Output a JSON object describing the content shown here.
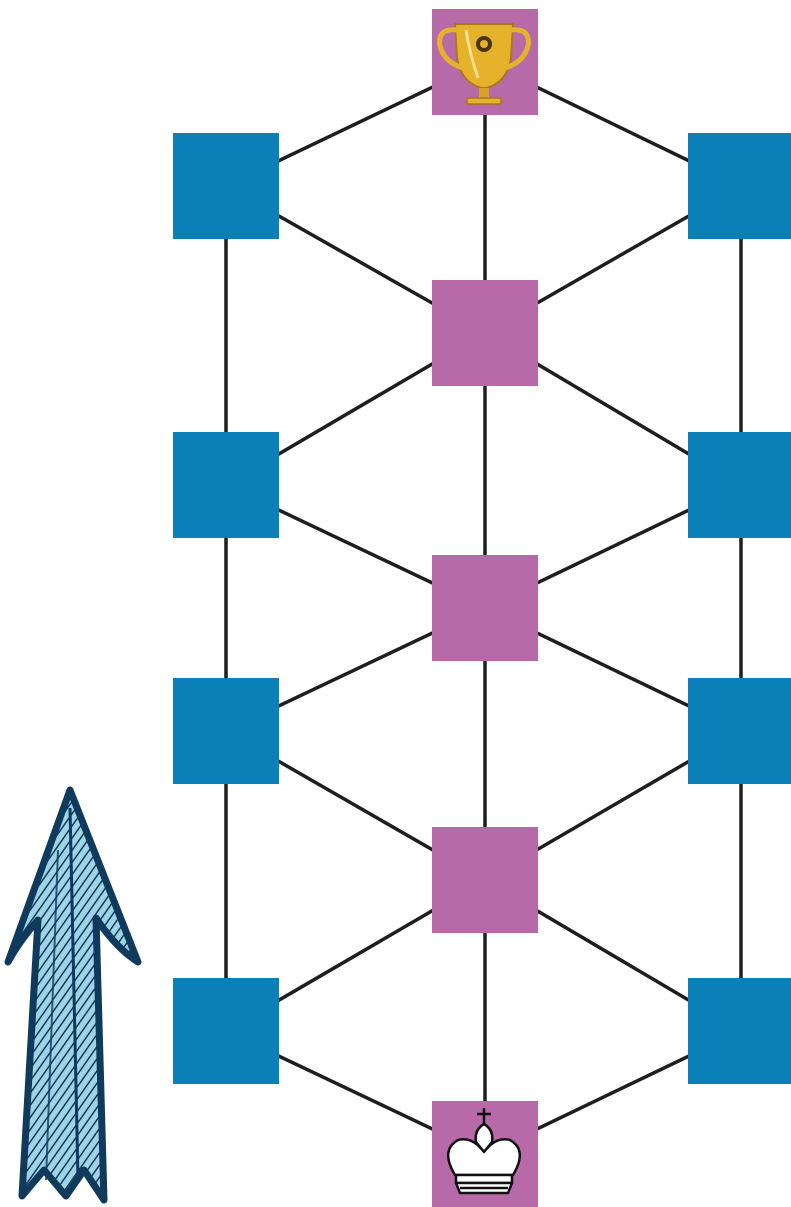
{
  "colors": {
    "background": "#ffffff",
    "side_node": "#0a7fb8",
    "center_node": "#b86aa8",
    "edge": "#1e1e1e",
    "arrow_outline": "#0f3a5c",
    "arrow_fill": "#9fd4e6",
    "trophy": "#e6b22c",
    "king": "#ffffff"
  },
  "diagram": {
    "goal": {
      "icon": "trophy-icon"
    },
    "start": {
      "icon": "king-icon"
    },
    "direction": {
      "icon": "up-arrow-icon"
    },
    "nodes": [
      {
        "id": "goal",
        "kind": "center",
        "icon": "trophy-icon"
      },
      {
        "id": "left-1",
        "kind": "side"
      },
      {
        "id": "right-1",
        "kind": "side"
      },
      {
        "id": "center-1",
        "kind": "center"
      },
      {
        "id": "left-2",
        "kind": "side"
      },
      {
        "id": "right-2",
        "kind": "side"
      },
      {
        "id": "center-2",
        "kind": "center"
      },
      {
        "id": "left-3",
        "kind": "side"
      },
      {
        "id": "right-3",
        "kind": "side"
      },
      {
        "id": "center-3",
        "kind": "center"
      },
      {
        "id": "left-4",
        "kind": "side"
      },
      {
        "id": "right-4",
        "kind": "side"
      },
      {
        "id": "start",
        "kind": "center",
        "icon": "king-icon"
      }
    ],
    "edges": [
      [
        "goal",
        "left-1"
      ],
      [
        "goal",
        "right-1"
      ],
      [
        "goal",
        "center-1"
      ],
      [
        "left-1",
        "center-1"
      ],
      [
        "right-1",
        "center-1"
      ],
      [
        "left-1",
        "left-2"
      ],
      [
        "right-1",
        "right-2"
      ],
      [
        "center-1",
        "left-2"
      ],
      [
        "center-1",
        "right-2"
      ],
      [
        "center-1",
        "center-2"
      ],
      [
        "left-2",
        "center-2"
      ],
      [
        "right-2",
        "center-2"
      ],
      [
        "left-2",
        "left-3"
      ],
      [
        "right-2",
        "right-3"
      ],
      [
        "center-2",
        "left-3"
      ],
      [
        "center-2",
        "right-3"
      ],
      [
        "center-2",
        "center-3"
      ],
      [
        "left-3",
        "center-3"
      ],
      [
        "right-3",
        "center-3"
      ],
      [
        "left-3",
        "left-4"
      ],
      [
        "right-3",
        "right-4"
      ],
      [
        "center-3",
        "left-4"
      ],
      [
        "center-3",
        "right-4"
      ],
      [
        "center-3",
        "start"
      ],
      [
        "left-4",
        "start"
      ],
      [
        "right-4",
        "start"
      ]
    ]
  }
}
